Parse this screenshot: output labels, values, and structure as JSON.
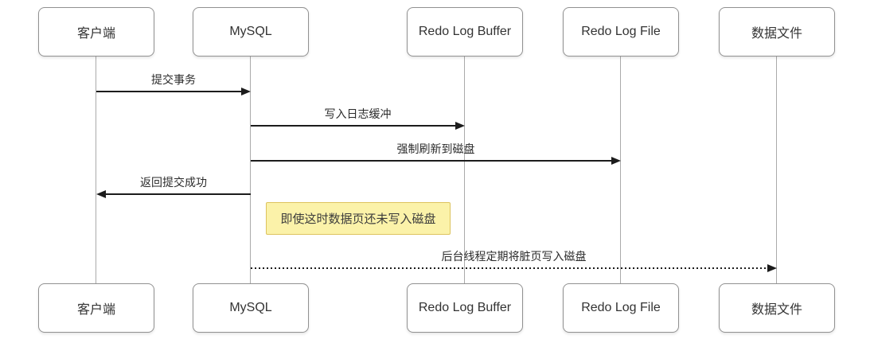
{
  "participants": [
    {
      "label": "客户端"
    },
    {
      "label": "MySQL"
    },
    {
      "label": "Redo Log Buffer"
    },
    {
      "label": "Redo Log File"
    },
    {
      "label": "数据文件"
    }
  ],
  "messages": [
    {
      "label": "提交事务",
      "from": "客户端",
      "to": "MySQL",
      "line_style": "solid",
      "direction": "right"
    },
    {
      "label": "写入日志缓冲",
      "from": "MySQL",
      "to": "Redo Log Buffer",
      "line_style": "solid",
      "direction": "right"
    },
    {
      "label": "强制刷新到磁盘",
      "from": "MySQL",
      "to": "Redo Log File",
      "line_style": "solid",
      "direction": "right"
    },
    {
      "label": "返回提交成功",
      "from": "MySQL",
      "to": "客户端",
      "line_style": "solid",
      "direction": "left"
    },
    {
      "label": "后台线程定期将脏页写入磁盘",
      "from": "MySQL",
      "to": "数据文件",
      "line_style": "dotted",
      "direction": "right"
    }
  ],
  "note": {
    "label": "即使这时数据页还未写入磁盘"
  },
  "colors": {
    "background": "#ffffff",
    "box_border": "#919191",
    "box_text": "#333333",
    "lifeline": "#aaaaaa",
    "arrow": "#1c1c1c",
    "message_text": "#2b2b2b",
    "note_background": "#fbf2a9",
    "note_border": "#ddc35e",
    "note_text": "#3b3b3b"
  }
}
